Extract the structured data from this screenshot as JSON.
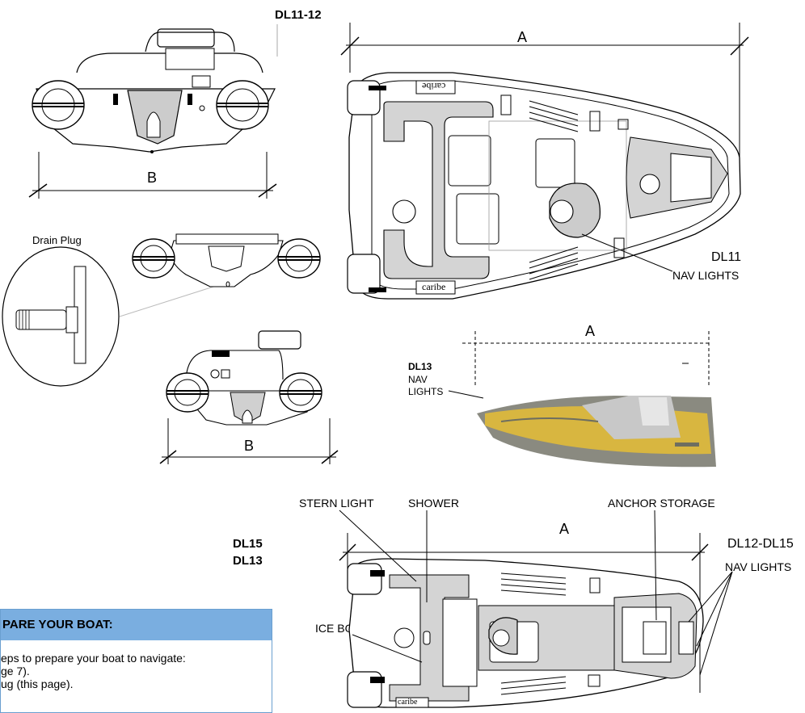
{
  "labels": {
    "dl11_12": "DL11-12",
    "dl11": "DL11",
    "dl13_photo": "DL13",
    "nav_lights_photo_1": "NAV",
    "nav_lights_photo_2": "LIGHTS",
    "nav_lights_dl11": "NAV LIGHTS",
    "drain_plug": "Drain Plug",
    "dim_a": "A",
    "dim_b": "B",
    "stern_light": "STERN LIGHT",
    "shower": "SHOWER",
    "anchor_storage": "ANCHOR STORAGE",
    "dl12_dl15": "DL12-DL15",
    "nav_lights_dl15": "NAV LIGHTS",
    "dl15": "DL15",
    "dl13": "DL13",
    "ice_box": "ICE BOX",
    "caribe_brand": "caribe",
    "caribe_brand_short": "caribe"
  },
  "prepare": {
    "title": "PARE YOUR BOAT:",
    "lines": [
      "eps to prepare your boat to navigate:",
      "ge 7).",
      "ug (this page)."
    ]
  },
  "colors": {
    "box_header": "#7aaee0",
    "box_border": "#6a9fd0",
    "hull_yellow": "#d8b640",
    "hull_grey": "#8a8a80"
  }
}
